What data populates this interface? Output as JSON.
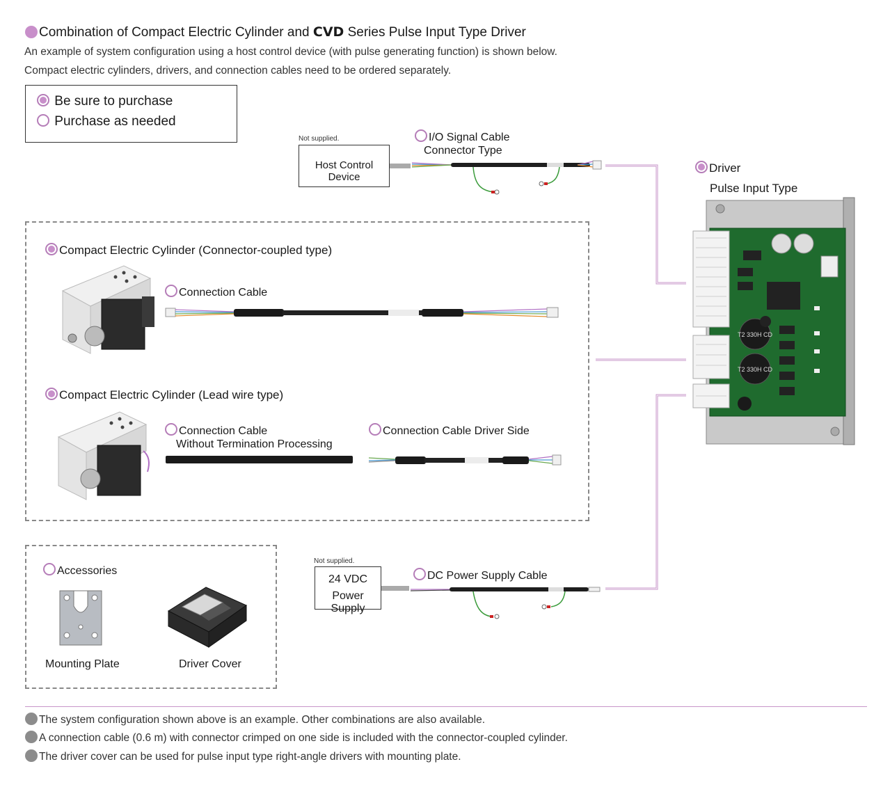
{
  "header": {
    "title_prefix": "Combination of Compact Electric Cylinder and ",
    "title_bold": "CVD",
    "title_suffix": " Series Pulse Input Type Driver",
    "line1": "An example of system configuration using a host control device (with pulse generating function) is shown below.",
    "line2": "Compact electric cylinders, drivers, and connection cables need to be ordered separately."
  },
  "legend": {
    "required": "Be sure to purchase",
    "optional": "Purchase as needed"
  },
  "host": {
    "note": "Not supplied.",
    "label": "Host Control Device"
  },
  "io_cable": {
    "line1": "I/O Signal Cable",
    "line2": "Connector Type"
  },
  "driver": {
    "line1": "Driver",
    "line2": "Pulse Input Type",
    "board_text": [
      "T2 330H CD",
      "T2 330H CD"
    ]
  },
  "cylinder_connector": {
    "title": "Compact Electric Cylinder (Connector-coupled type)",
    "cable": "Connection Cable"
  },
  "cylinder_lead": {
    "title": "Compact Electric Cylinder (Lead wire type)",
    "cable1_line1": "Connection Cable",
    "cable1_line2": "Without Termination Processing",
    "cable2": "Connection Cable  Driver Side"
  },
  "power": {
    "note": "Not supplied.",
    "line1": "24 VDC",
    "line2": "Power Supply",
    "cable": "DC Power Supply Cable"
  },
  "accessories": {
    "title": "Accessories",
    "item1": "Mounting Plate",
    "item2": "Driver Cover"
  },
  "footnotes": [
    "The system configuration shown above is an example. Other combinations are also available.",
    "A connection cable (0.6 m) with connector crimped on one side is included with the connector-coupled cylinder.",
    "The driver cover can be used for pulse input type right-angle drivers with mounting plate."
  ],
  "colors": {
    "accent": "#c88fca",
    "connector_line": "#c795c9",
    "dash": "#888888",
    "board": "#1f6b2e"
  }
}
